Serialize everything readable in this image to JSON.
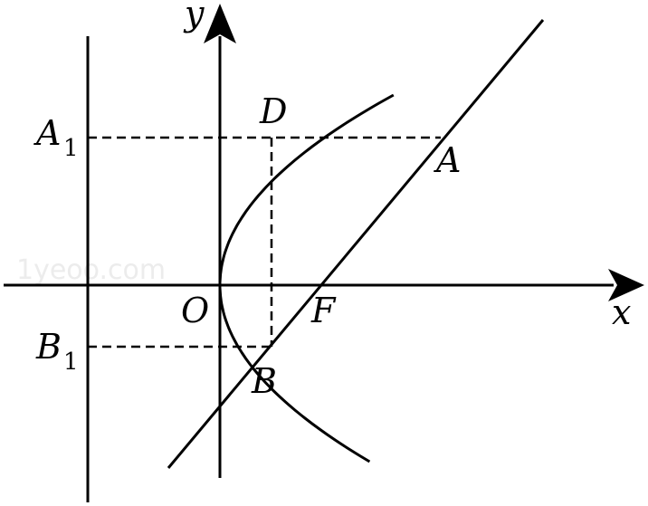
{
  "labels": {
    "y_axis": "y",
    "x_axis": "x",
    "origin": "O",
    "focus": "F",
    "point_a": "A",
    "point_b": "B",
    "point_d": "D",
    "point_a1": "A",
    "point_a1_sub": "1",
    "point_b1": "B",
    "point_b1_sub": "1"
  },
  "watermark": "1yeoo.com",
  "colors": {
    "stroke": "#000000",
    "background": "#ffffff",
    "watermark": "#ececec"
  }
}
